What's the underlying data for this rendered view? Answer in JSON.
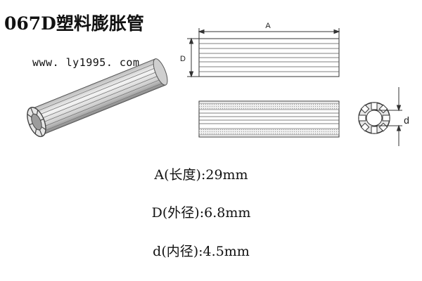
{
  "title": "067D塑料膨胀管",
  "website": "www. ly1995. com",
  "diagram": {
    "dim_a_label": "A",
    "dim_D_label": "D",
    "dim_d_label": "d"
  },
  "specs": [
    {
      "label": "A(长度):29mm"
    },
    {
      "label": "D(外径):6.8mm"
    },
    {
      "label": "d(内径):4.5mm"
    }
  ],
  "colors": {
    "line": "#333333",
    "shade": "#d9d9d9"
  }
}
